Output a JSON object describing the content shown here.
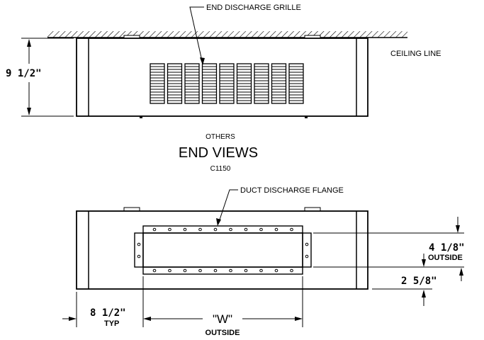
{
  "top_view": {
    "grille_label": "END DISCHARGE GRILLE",
    "height_dim": "9 1/2\"",
    "ceiling_label": "CEILING LINE"
  },
  "caption": {
    "others": "OTHERS",
    "title": "END VIEWS",
    "code": "C1150"
  },
  "bottom_view": {
    "flange_label": "DUCT DISCHARGE FLANGE",
    "dim_height": "4 1/8\"",
    "dim_height_note": "OUTSIDE",
    "dim_offset": "2 5/8\"",
    "dim_side": "8 1/2\"",
    "dim_side_note": "TYP",
    "dim_width": "\"W\"",
    "dim_width_note": "OUTSIDE"
  }
}
